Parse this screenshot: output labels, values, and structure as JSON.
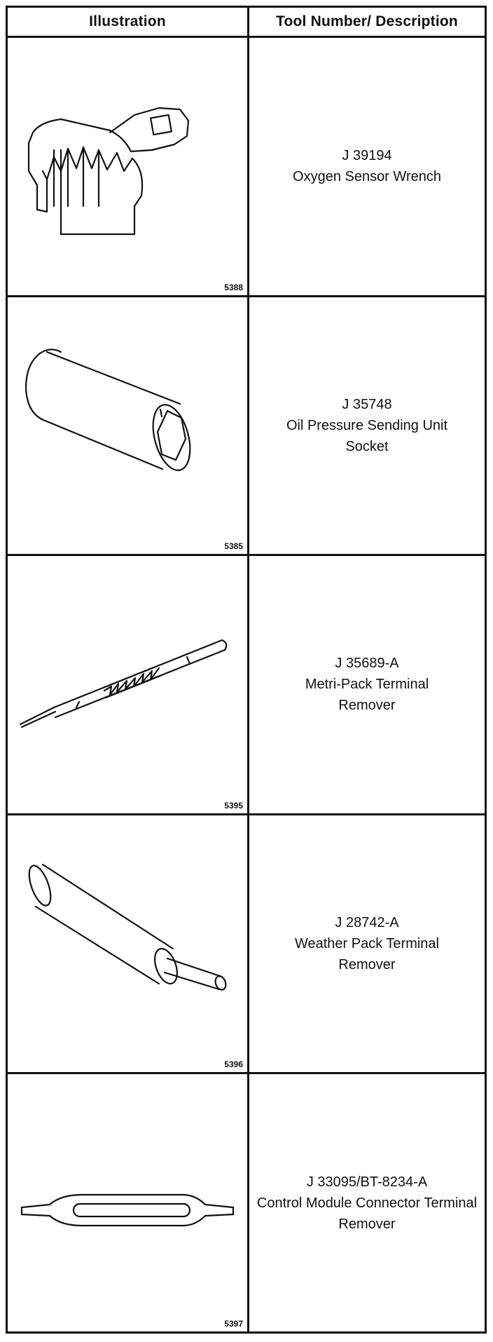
{
  "header": {
    "illustration": "Illustration",
    "tool_description": "Tool Number/ Description"
  },
  "tools": [
    {
      "figure": "5388",
      "number": "J 39194",
      "description": "Oxygen Sensor Wrench",
      "icon": "crowfoot-wrench-icon"
    },
    {
      "figure": "5385",
      "number": "J 35748",
      "description": "Oil Pressure Sending Unit Socket",
      "icon": "socket-icon"
    },
    {
      "figure": "5395",
      "number": "J 35689-A",
      "description": "Metri-Pack Terminal Remover",
      "icon": "pick-tool-icon"
    },
    {
      "figure": "5396",
      "number": "J 28742-A",
      "description": "Weather Pack Terminal Remover",
      "icon": "cylinder-tool-icon"
    },
    {
      "figure": "5397",
      "number": "J 33095/BT-8234-A",
      "description": "Control Module Connector Terminal Remover",
      "icon": "flat-blade-tool-icon"
    }
  ]
}
